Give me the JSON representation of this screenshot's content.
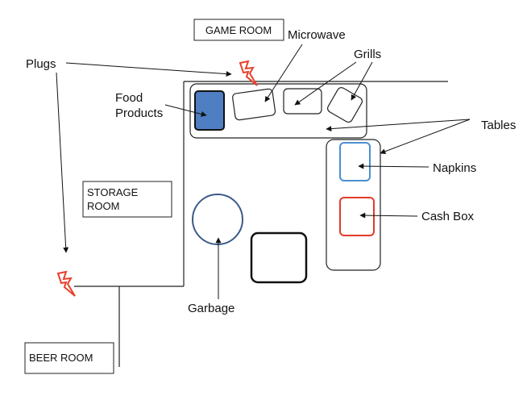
{
  "rooms": {
    "game_room": "GAME ROOM",
    "storage_room_line1": "STORAGE",
    "storage_room_line2": "ROOM",
    "beer_room": "BEER ROOM"
  },
  "labels": {
    "plugs": "Plugs",
    "food_products_line1": "Food",
    "food_products_line2": "Products",
    "microwave": "Microwave",
    "grills": "Grills",
    "tables": "Tables",
    "napkins": "Napkins",
    "cash_box": "Cash Box",
    "garbage": "Garbage"
  },
  "colors": {
    "food_products_fill": "#4f7fc2",
    "napkins_stroke": "#4a90d0",
    "cash_box_stroke": "#e23b2a",
    "plug_icon": "#e8402a",
    "garbage_stroke": "#3a5a8a"
  },
  "icons": {
    "plug": "lightning-bolt-icon"
  }
}
